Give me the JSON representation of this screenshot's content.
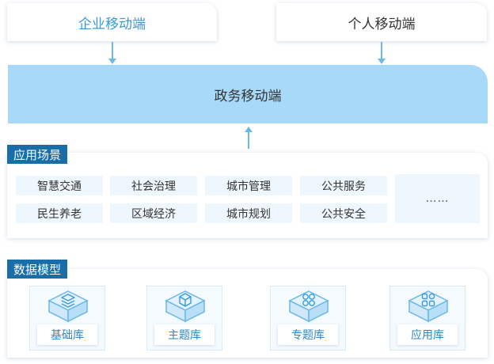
{
  "top": {
    "enterprise": "企业移动端",
    "personal": "个人移动端"
  },
  "gov_bar": {
    "label": "政务移动端"
  },
  "scenarios": {
    "title": "应用场景",
    "items": [
      "智慧交通",
      "社会治理",
      "城市管理",
      "公共服务",
      "民生养老",
      "区域经济",
      "城市规划",
      "公共安全"
    ],
    "more": "……"
  },
  "models": {
    "title": "数据模型",
    "libraries": [
      {
        "label": "基础库",
        "icon": "layers-icon"
      },
      {
        "label": "主题库",
        "icon": "cube-icon"
      },
      {
        "label": "专题库",
        "icon": "circles-grid-icon"
      },
      {
        "label": "应用库",
        "icon": "apps-grid-icon"
      }
    ]
  },
  "colors": {
    "accent": "#3a9ad9",
    "gov_bar": "#a8d9f8",
    "tag": "#1a6ea8",
    "chip_bg": "#eef7fd"
  }
}
